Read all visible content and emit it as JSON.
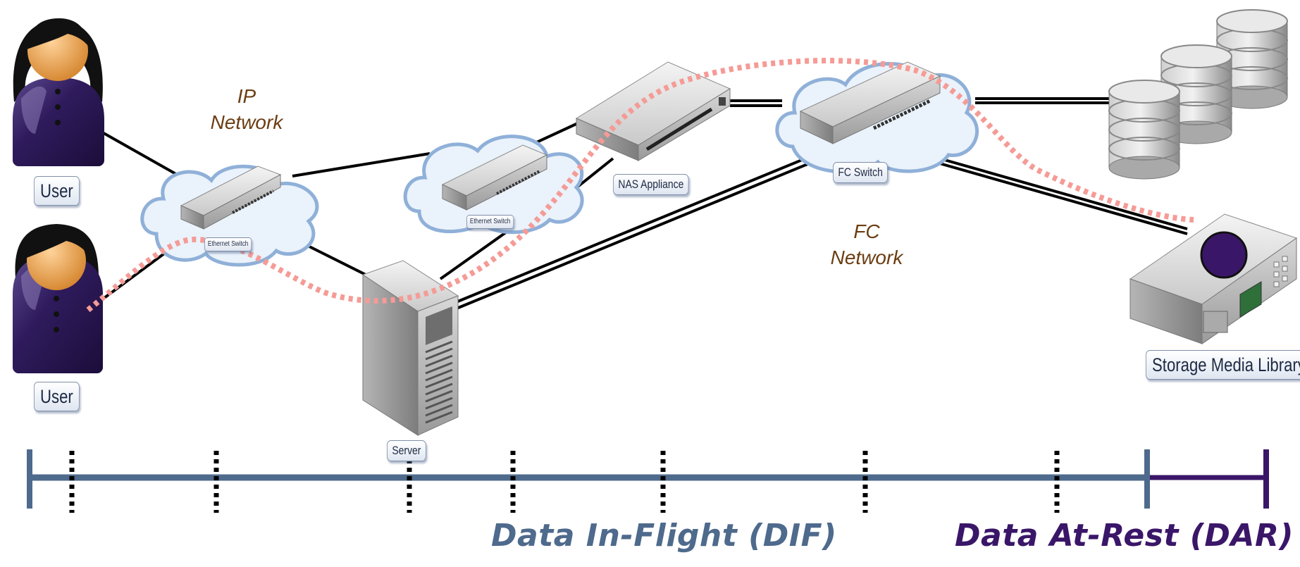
{
  "labels": {
    "user_top": "User",
    "user_bottom": "User",
    "ip_switch": "Ethernet Switch",
    "eth_switch": "Ethernet Switch",
    "nas": "NAS Appliance",
    "fc_switch": "FC Switch",
    "server": "Server",
    "storage_library": "Storage Media Library"
  },
  "networks": {
    "ip_line1": "IP",
    "ip_line2": "Network",
    "fc_line1": "FC",
    "fc_line2": "Network"
  },
  "timeline": {
    "dif_label": "Data In-Flight (DIF)",
    "dar_label": "Data At-Rest (DAR)"
  },
  "colors": {
    "dif": "#4e6a8c",
    "dar": "#3a1668",
    "data_path": "#f59b96",
    "cloud_fill": "#eaf2fb",
    "cloud_stroke": "#8fb0d8",
    "user_body": "#2b1754",
    "user_face": "#f0a54a"
  }
}
